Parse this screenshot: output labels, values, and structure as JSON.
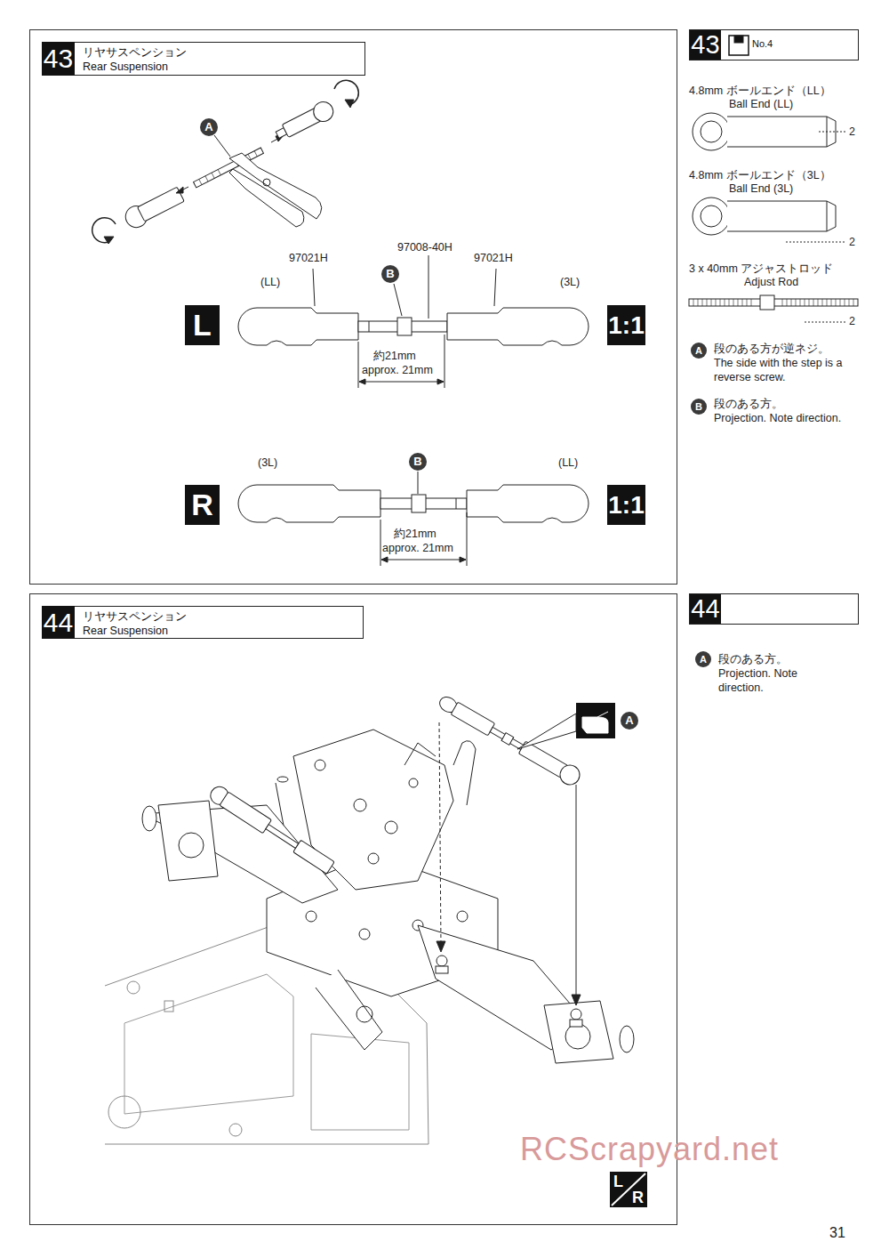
{
  "diagram": {
    "nodes": [
      {
        "text": [
          "43",
          "リヤサスペンション",
          "Rear Suspension"
        ]
      },
      {
        "text": [
          "43",
          "No.4"
        ]
      },
      {
        "text": [
          "A"
        ]
      },
      {
        "text": [
          "B"
        ]
      },
      {
        "text": [
          "L"
        ]
      },
      {
        "text": [
          "1:1"
        ]
      },
      {
        "text": [
          "A"
        ]
      },
      {
        "text": [
          "B"
        ]
      },
      {
        "text": [
          "B"
        ]
      },
      {
        "text": [
          "R"
        ]
      },
      {
        "text": [
          "1:1"
        ]
      },
      {
        "text": [
          "44",
          "リヤサスペンション",
          "Rear Suspension"
        ]
      },
      {
        "text": [
          "44"
        ]
      },
      {
        "text": [
          "A"
        ]
      },
      {
        "text": [
          "A"
        ]
      },
      {
        "text": [
          "L",
          "R"
        ]
      }
    ],
    "labels": [
      "97021H",
      "97008-40H",
      "97021H",
      "(LL)",
      "(3L)",
      "約21mm",
      "approx. 21mm",
      "(3L)",
      "(LL)",
      "約21mm",
      "approx. 21mm",
      "4.8mm ボールエンド（LL）",
      "Ball End (LL)",
      "2",
      "4.8mm ボールエンド（3L）",
      "Ball End (3L)",
      "2",
      "3 x 40mm アジャストロッド",
      "Adjust Rod",
      "2",
      "段のある方が逆ネジ。",
      "The side with the step is a reverse screw.",
      "段のある方。",
      "Projection. Note direction.",
      "段のある方。",
      "Projection. Note direction.",
      "RCScrapyard.net",
      "31"
    ]
  }
}
